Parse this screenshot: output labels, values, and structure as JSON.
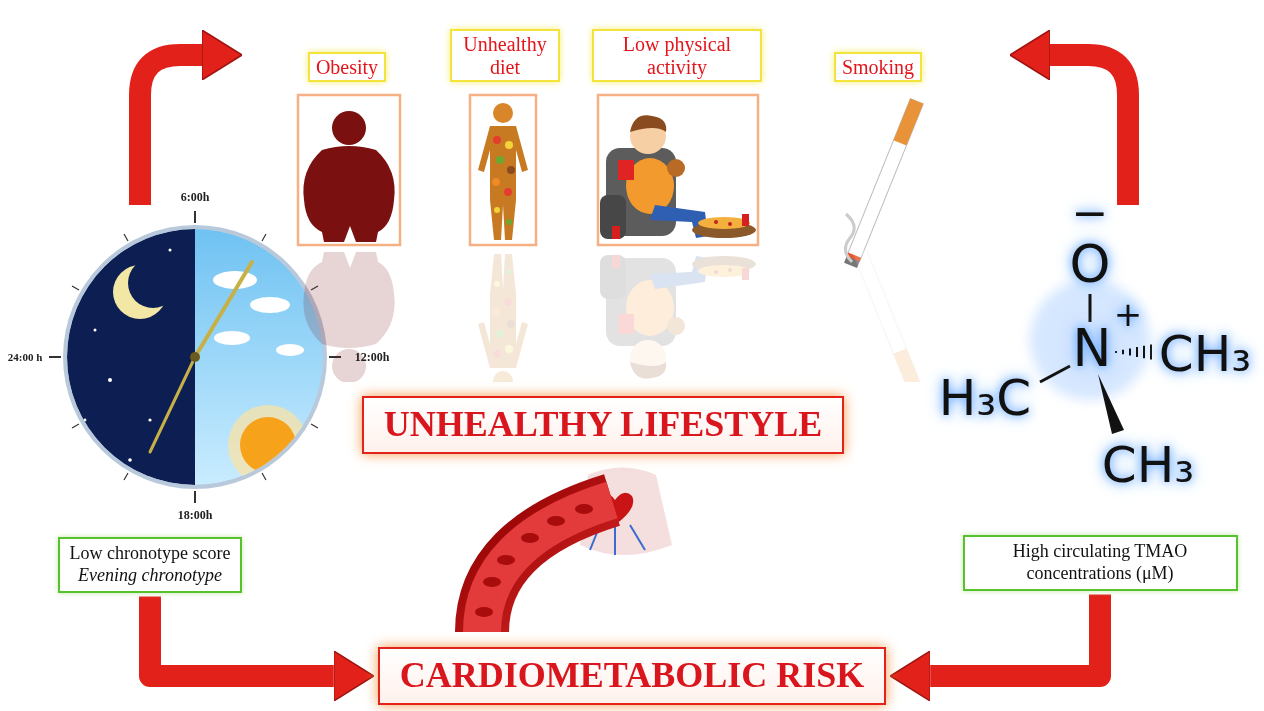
{
  "diagram": {
    "nodes": [
      {
        "text": [
          "Obesity"
        ]
      },
      {
        "text": [
          "Unhealthy diet"
        ]
      },
      {
        "text": [
          "Low physical activity"
        ]
      },
      {
        "text": [
          "Smoking"
        ]
      },
      {
        "text": [
          "UNHEALTHY LIFESTYLE"
        ]
      },
      {
        "text": [
          "Low chronotype score",
          "Evening chronotype"
        ]
      },
      {
        "text": [
          "High circulating TMAO concentrations (μM)"
        ]
      },
      {
        "text": [
          "CARDIOMETABOLIC RISK"
        ]
      }
    ],
    "edges": [
      {
        "from": 5,
        "to": 7,
        "arrow": "to"
      },
      {
        "from": 6,
        "to": 7,
        "arrow": "to"
      }
    ],
    "labels": [
      "6:00h",
      "24:00 h",
      "12:00h",
      "18:00h",
      "O",
      "−",
      "N",
      "+",
      "H₃C",
      "CH₃",
      "CH₃"
    ]
  }
}
